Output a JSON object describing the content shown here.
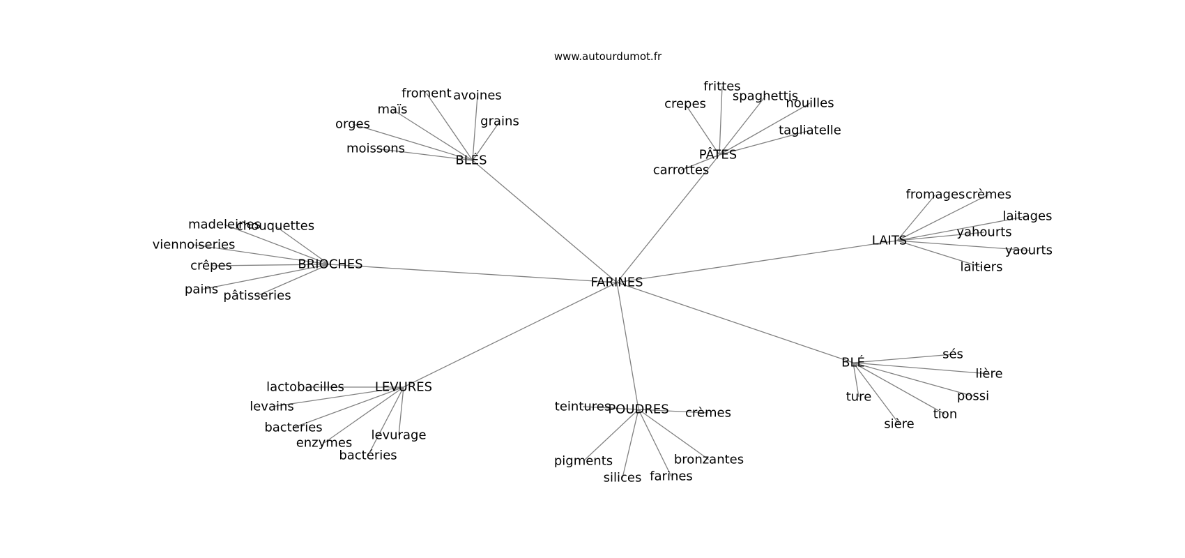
{
  "site": "www.autourdumot.fr",
  "center": "FARINES",
  "clusters": [
    {
      "label": "BLÉS",
      "words": [
        "froment",
        "avoines",
        "maïs",
        "grains",
        "orges",
        "moissons"
      ]
    },
    {
      "label": "PÂTES",
      "words": [
        "frittes",
        "crepes",
        "spaghettis",
        "nouilles",
        "tagliatelle",
        "carrottes"
      ]
    },
    {
      "label": "BRIOCHES",
      "words": [
        "madeleines",
        "chouquettes",
        "viennoiseries",
        "crêpes",
        "pains",
        "pâtisseries"
      ]
    },
    {
      "label": "LAITS",
      "words": [
        "fromages",
        "crèmes",
        "laitages",
        "yahourts",
        "yaourts",
        "laitiers"
      ]
    },
    {
      "label": "BLÉ",
      "words": [
        "sés",
        "lière",
        "possi",
        "tion",
        "ture",
        "sière"
      ]
    },
    {
      "label": "LEVURES",
      "words": [
        "lactobacilles",
        "levains",
        "bacteries",
        "enzymes",
        "levurage",
        "bactéries"
      ]
    },
    {
      "label": "POUDRES",
      "words": [
        "teintures",
        "crèmes",
        "pigments",
        "silices",
        "farines",
        "bronzantes"
      ]
    }
  ]
}
